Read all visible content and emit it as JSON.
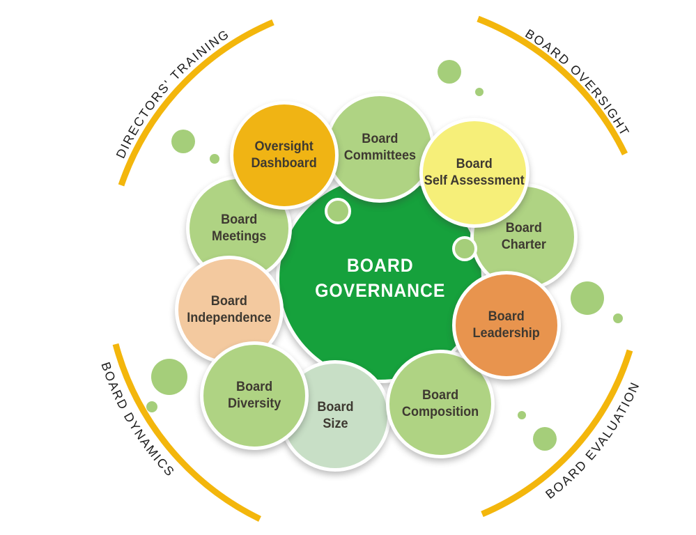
{
  "title": {
    "line1": "BOARD",
    "line2": "GOVERNANCE"
  },
  "colors": {
    "center_green": "#16A13C",
    "light_green": "#AFD383",
    "gold": "#F0B414",
    "light_yellow": "#F6EF79",
    "orange": "#E8944E",
    "peach": "#F3C99F",
    "sage": "#C8DFC6",
    "arc_gold": "#F3B60C",
    "dot_green": "#A5CE7A",
    "corner_text": "#1c1c1c"
  },
  "satellites": [
    {
      "name": "oversight-dashboard",
      "line1": "Oversight",
      "line2": "Dashboard",
      "color": "#F0B414"
    },
    {
      "name": "board-committees",
      "line1": "Board",
      "line2": "Committees",
      "color": "#AFD383"
    },
    {
      "name": "board-self-assessment",
      "line1": "Board",
      "line2": "Self Assessment",
      "color": "#F6EF79"
    },
    {
      "name": "board-charter",
      "line1": "Board",
      "line2": "Charter",
      "color": "#AFD383"
    },
    {
      "name": "board-leadership",
      "line1": "Board",
      "line2": "Leadership",
      "color": "#E8944E"
    },
    {
      "name": "board-composition",
      "line1": "Board",
      "line2": "Composition",
      "color": "#AFD383"
    },
    {
      "name": "board-size",
      "line1": "Board",
      "line2": "Size",
      "color": "#C8DFC6"
    },
    {
      "name": "board-diversity",
      "line1": "Board",
      "line2": "Diversity",
      "color": "#AFD383"
    },
    {
      "name": "board-independence",
      "line1": "Board",
      "line2": "Independence",
      "color": "#F3C99F"
    },
    {
      "name": "board-meetings",
      "line1": "Board",
      "line2": "Meetings",
      "color": "#AFD383"
    }
  ],
  "corner_labels": {
    "top_left": "DIRECTORS' TRAINING",
    "top_right": "BOARD OVERSIGHT",
    "bottom_left": "BOARD DYNAMICS",
    "bottom_right": "BOARD EVALUATION"
  }
}
